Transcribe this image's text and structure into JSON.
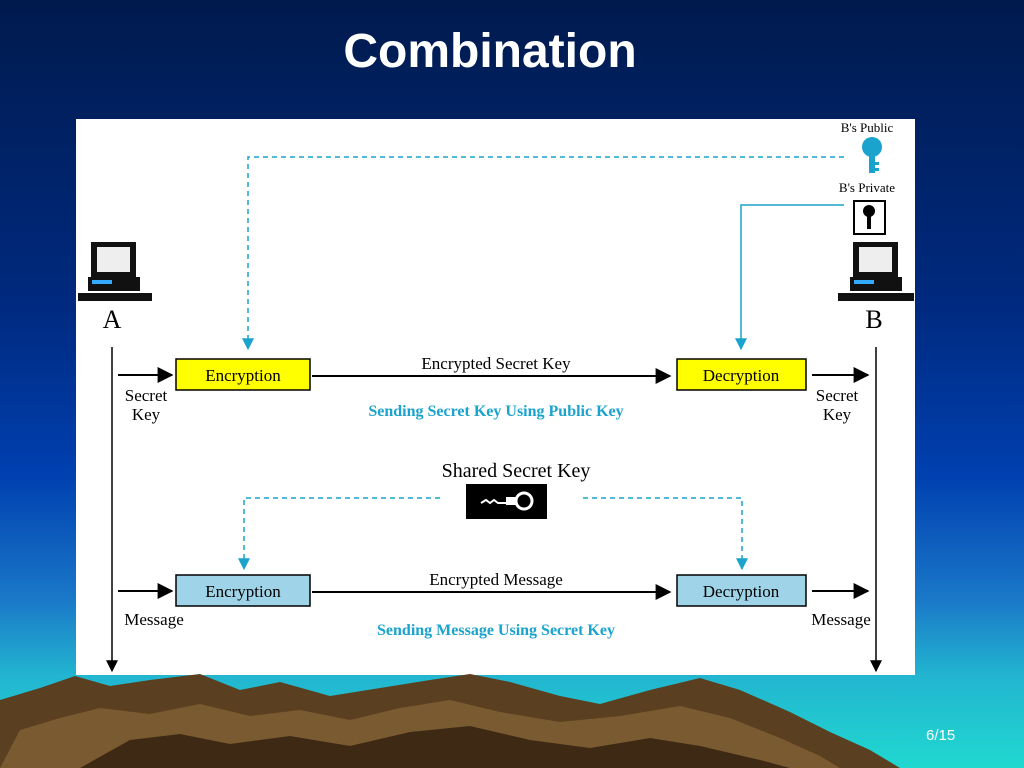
{
  "slide": {
    "title": "Combination",
    "page_number": "6/15"
  },
  "diagram": {
    "node_a_label": "A",
    "node_b_label": "B",
    "key_legend": {
      "public_label": "B's Public",
      "private_label": "B's Private"
    },
    "top_row": {
      "encrypt_label": "Encryption",
      "decrypt_label": "Decryption",
      "channel_label": "Encrypted Secret Key",
      "caption": "Sending Secret Key Using Public Key",
      "input_label_line1": "Secret",
      "input_label_line2": "Key",
      "output_label_line1": "Secret",
      "output_label_line2": "Key",
      "box_color": "#ffff00"
    },
    "shared_key_label": "Shared Secret Key",
    "bottom_row": {
      "encrypt_label": "Encryption",
      "decrypt_label": "Decryption",
      "channel_label": "Encrypted Message",
      "caption": "Sending Message Using Secret Key",
      "input_label": "Message",
      "output_label": "Message",
      "box_color": "#9fd4e8"
    },
    "accent_color": "#1aa3cc"
  }
}
